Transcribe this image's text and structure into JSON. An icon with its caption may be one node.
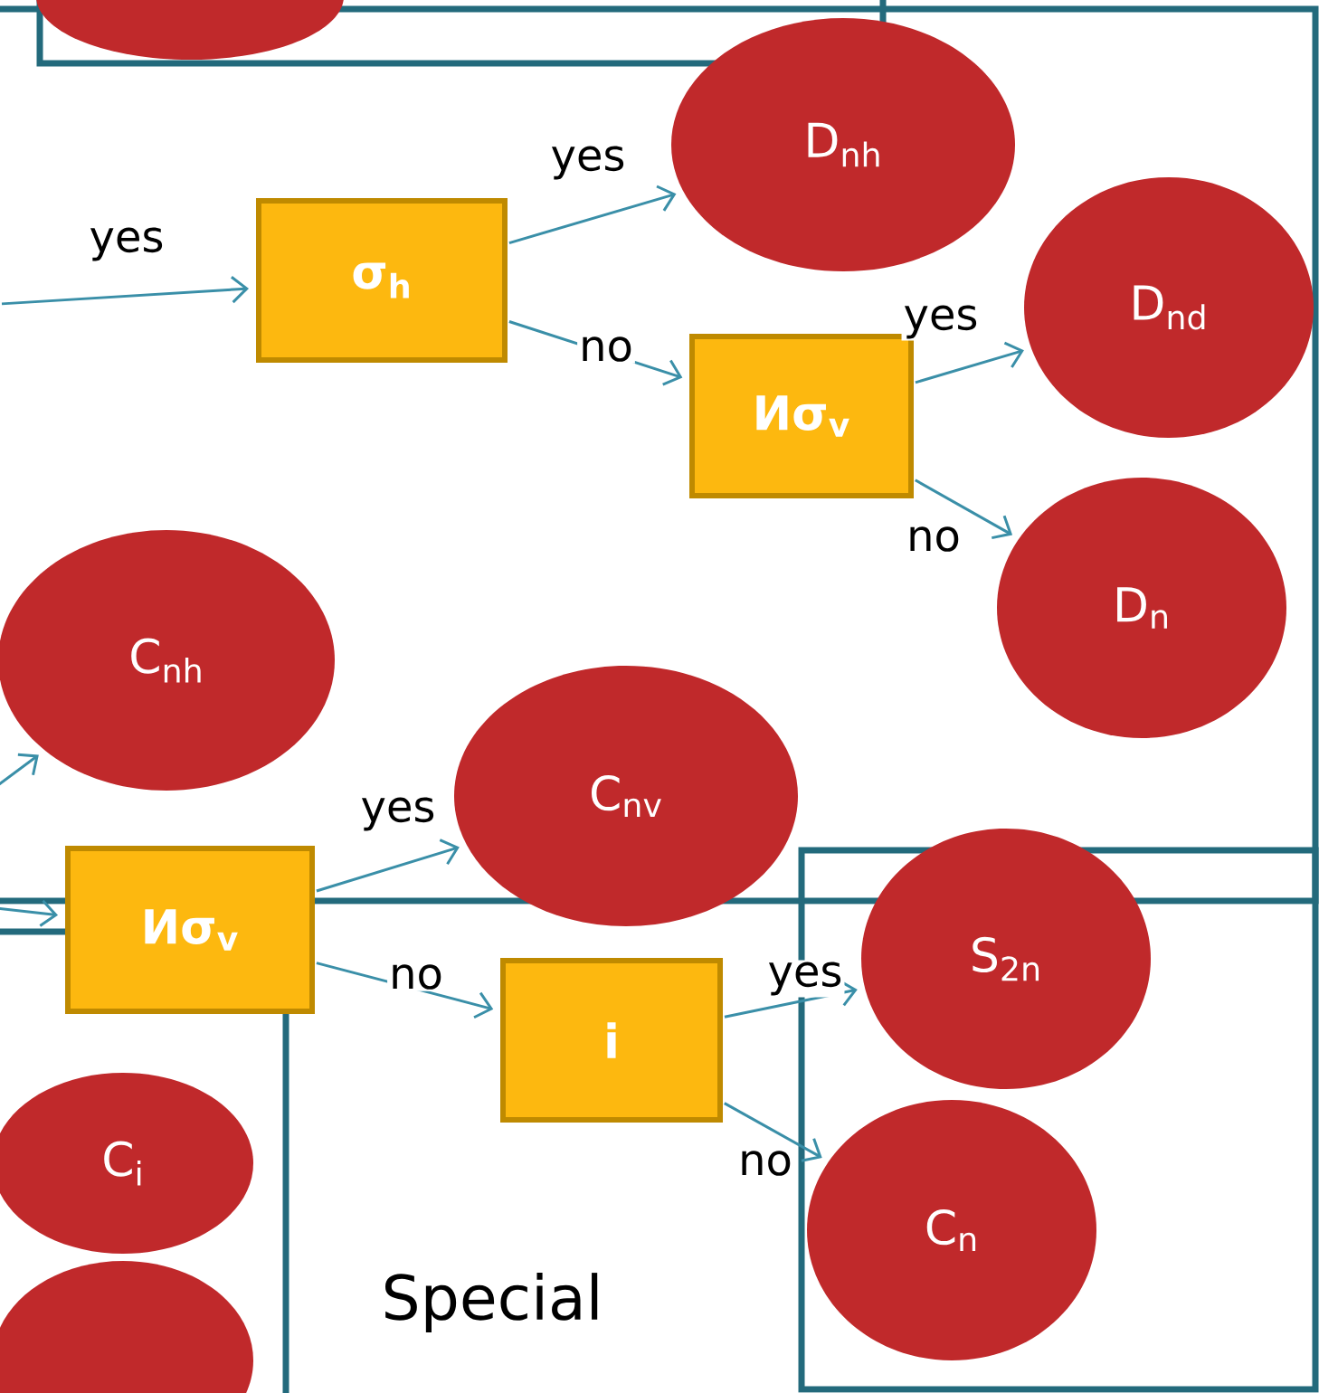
{
  "diagram": {
    "nodes": [
      {
        "text": [],
        "shape": "circle"
      },
      {
        "text": [
          "σ$_{h}$"
        ]
      },
      {
        "text": [
          "D$_{nh}$"
        ]
      },
      {
        "text": [
          "Иσ$_{v}$"
        ]
      },
      {
        "text": [
          "D$_{nd}$"
        ]
      },
      {
        "text": [
          "D$_{n}$"
        ]
      },
      {
        "text": [
          "C$_{nh}$"
        ]
      },
      {
        "text": [
          "C$_{nv}$"
        ]
      },
      {
        "text": [
          "Иσ$_{v}$"
        ]
      },
      {
        "text": [
          "i"
        ]
      },
      {
        "text": [
          "S$_{2n}$"
        ]
      },
      {
        "text": [
          "C$_{n}$"
        ]
      },
      {
        "text": [
          "C$_{i}$"
        ]
      },
      {
        "text": [],
        "shape": "circle"
      }
    ],
    "edges": [
      {
        "from": null,
        "to": 1,
        "arrow": "to",
        "label": "yes"
      },
      {
        "from": 1,
        "to": 2,
        "arrow": "to",
        "label": "yes"
      },
      {
        "from": 1,
        "to": 3,
        "arrow": "to",
        "label": "no"
      },
      {
        "from": 3,
        "to": 4,
        "arrow": "to",
        "label": "yes"
      },
      {
        "from": 3,
        "to": 5,
        "arrow": "to",
        "label": "no"
      },
      {
        "from": null,
        "to": 6,
        "arrow": "to"
      },
      {
        "from": null,
        "to": 8,
        "arrow": "to"
      },
      {
        "from": 8,
        "to": 7,
        "arrow": "to",
        "label": "yes"
      },
      {
        "from": 8,
        "to": 9,
        "arrow": "to",
        "label": "no"
      },
      {
        "from": 9,
        "to": 10,
        "arrow": "to",
        "label": "yes"
      },
      {
        "from": 9,
        "to": 11,
        "arrow": "to",
        "label": "no"
      }
    ],
    "labels": [
      "Special"
    ]
  }
}
